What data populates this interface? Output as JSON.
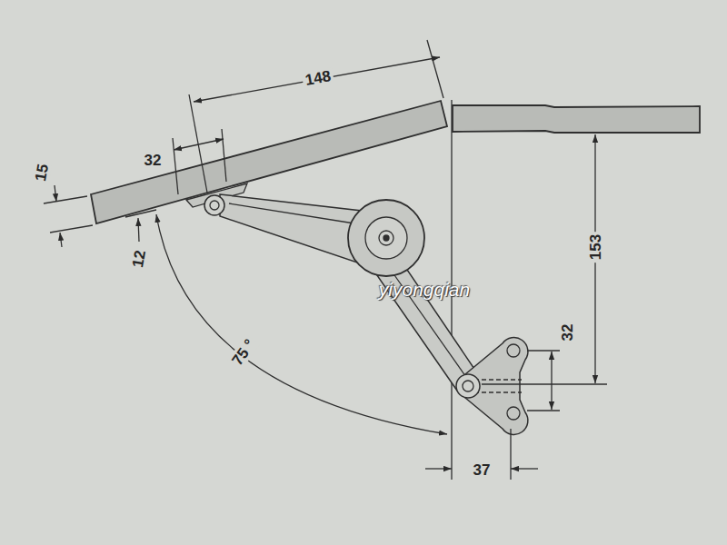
{
  "diagram": {
    "labels": [
      "148",
      "32",
      "15",
      "12",
      "75 °",
      "153",
      "32",
      "37",
      "yiyongqian"
    ]
  }
}
